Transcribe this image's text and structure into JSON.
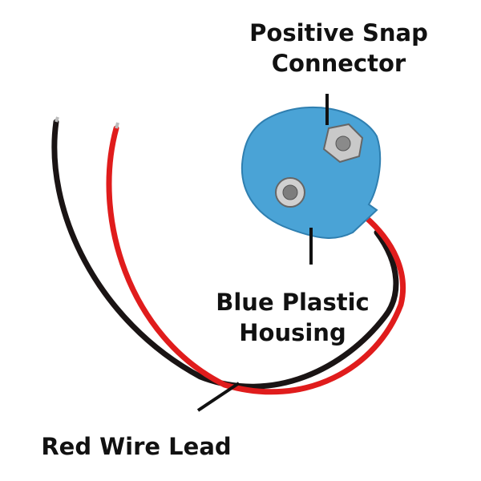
{
  "labels": {
    "positive_snap": [
      "Positive Snap",
      "Connector"
    ],
    "housing": [
      "Blue Plastic",
      "Housing"
    ],
    "red_wire": "Red Wire Lead"
  },
  "colors": {
    "housing_blue": "#4aa3d6",
    "red_wire": "#e01c1c",
    "black_wire": "#1a1414",
    "metal": "#c9c9c9",
    "label_text": "#111111"
  }
}
